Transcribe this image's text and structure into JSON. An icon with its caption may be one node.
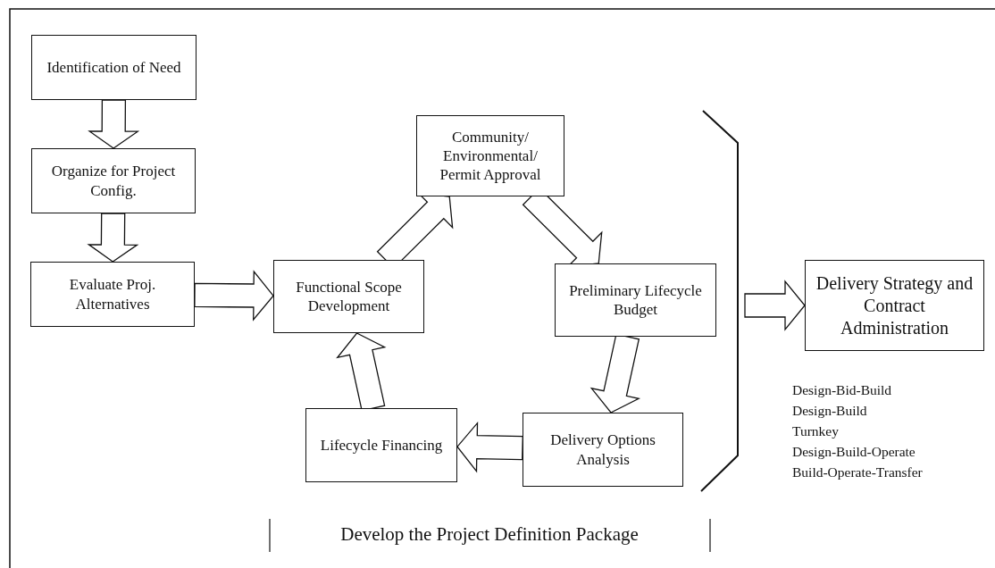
{
  "diagram": {
    "nodes": [
      {
        "text": [
          "Identification of Need"
        ]
      },
      {
        "text": [
          "Organize for Project Config."
        ]
      },
      {
        "text": [
          "Evaluate Proj. Alternatives"
        ]
      },
      {
        "text": [
          "Functional Scope Development"
        ]
      },
      {
        "text": [
          "Community/ Environmental/ Permit Approval"
        ]
      },
      {
        "text": [
          "Preliminary Lifecycle Budget"
        ]
      },
      {
        "text": [
          "Delivery Options Analysis"
        ]
      },
      {
        "text": [
          "Lifecycle Financing"
        ]
      },
      {
        "text": [
          "Delivery Strategy and Contract Administration"
        ]
      }
    ],
    "edges": [
      {
        "from": 0,
        "to": 1,
        "arrow": "to"
      },
      {
        "from": 1,
        "to": 2,
        "arrow": "to"
      },
      {
        "from": 2,
        "to": 3,
        "arrow": "to"
      },
      {
        "from": 3,
        "to": 4,
        "arrow": "to"
      },
      {
        "from": 4,
        "to": 5,
        "arrow": "to"
      },
      {
        "from": 5,
        "to": 6,
        "arrow": "to"
      },
      {
        "from": 6,
        "to": 7,
        "arrow": "to"
      },
      {
        "from": 7,
        "to": 3,
        "arrow": "to"
      },
      {
        "from": null,
        "to": 8,
        "arrow": "to"
      }
    ],
    "labels": [
      "Develop the Project Definition Package",
      "Design-Bid-Build",
      "Design-Build",
      "Turnkey",
      "Design-Build-Operate",
      "Build-Operate-Transfer"
    ]
  }
}
